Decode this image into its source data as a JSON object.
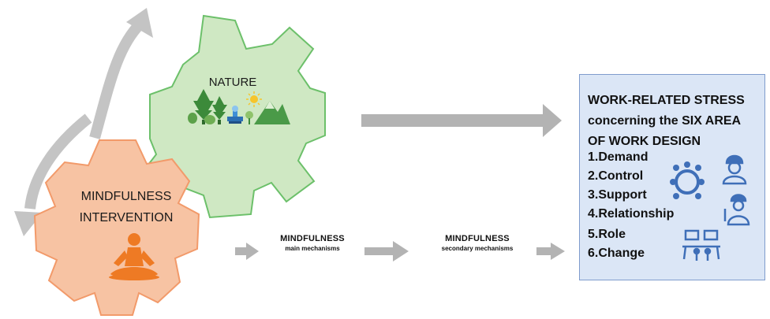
{
  "nature_gear": {
    "title": "NATURE",
    "fill": "#cfe8c3",
    "stroke": "#6cc06a"
  },
  "mindfulness_gear": {
    "title_line1": "MINDFULNESS",
    "title_line2": "INTERVENTION",
    "fill": "#f7c3a3",
    "stroke": "#f29a6a"
  },
  "mechanisms": {
    "main_title": "MINDFULNESS",
    "main_sub": "main mechanisms",
    "secondary_title": "MINDFULNESS",
    "secondary_sub": "secondary mechanisms"
  },
  "stress_box": {
    "title_line1": "WORK-RELATED STRESS",
    "title_line2": "concerning the SIX AREA",
    "title_line3": "OF WORK DESIGN",
    "areas": [
      "1.Demand",
      "2.Control",
      "3.Support",
      "4.Relationship",
      "5.Role",
      "6.Change"
    ],
    "fill": "#dbe6f6",
    "border": "#7f9ccd"
  },
  "colors": {
    "arrow": "#b3b3b3",
    "icon_blue": "#3f6fb8",
    "meditation_orange": "#ee7a24"
  },
  "icons": [
    "trees-icon",
    "sun-icon",
    "mountain-icon",
    "fountain-icon",
    "meditation-icon",
    "meeting-table-icon",
    "worker-helmet-icon",
    "engineer-icon",
    "computer-desk-icon"
  ]
}
